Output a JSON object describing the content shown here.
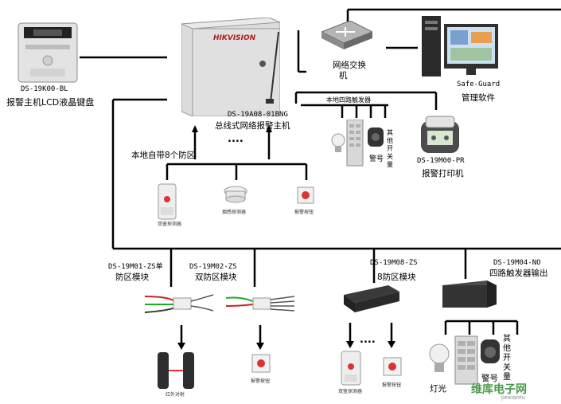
{
  "keypad": {
    "model": "DS-19K00-BL",
    "name": "报警主机LCD液晶键盘"
  },
  "host": {
    "brand": "HIKVISION",
    "model": "DS-19A08-01BNG",
    "name": "总线式网络报警主机",
    "ellipsis": "...."
  },
  "switch": {
    "name_line1": "网络交换",
    "name_line2": "机"
  },
  "pc": {
    "name": "Safe-Guard",
    "sub": "管理软件"
  },
  "printer": {
    "model": "DS-19M00-PR",
    "name": "报警打印机"
  },
  "local_trigger": {
    "title": "本地四路触发器",
    "other": [
      "其",
      "他",
      "开",
      "关",
      "量"
    ],
    "alarm": "警号"
  },
  "local_zones": {
    "title": "本地自带8个防区",
    "items": [
      "双鉴探测器",
      "烟感探测器",
      "报警按钮"
    ]
  },
  "modules": [
    {
      "model": "DS-19M01-ZS单",
      "name": "防区模块"
    },
    {
      "model": "DS-19M02-ZS",
      "name": "双防区模块"
    },
    {
      "model": "DS-19M08-ZS",
      "name": "8防区模块"
    },
    {
      "model": "DS-19M04-NO",
      "name": "四路触发器输出"
    }
  ],
  "module_devices": {
    "m1": "红外对射",
    "m2": "报警按钮",
    "m8": [
      "双鉴探测器",
      "报警按钮"
    ],
    "m8_ellipsis": "....",
    "m4": {
      "lamp": "灯光",
      "alarm": "警号",
      "other": [
        "其",
        "他",
        "开",
        "关",
        "量"
      ]
    }
  },
  "watermark": {
    "text": "维库电子网",
    "sub": "jiexiantu"
  }
}
